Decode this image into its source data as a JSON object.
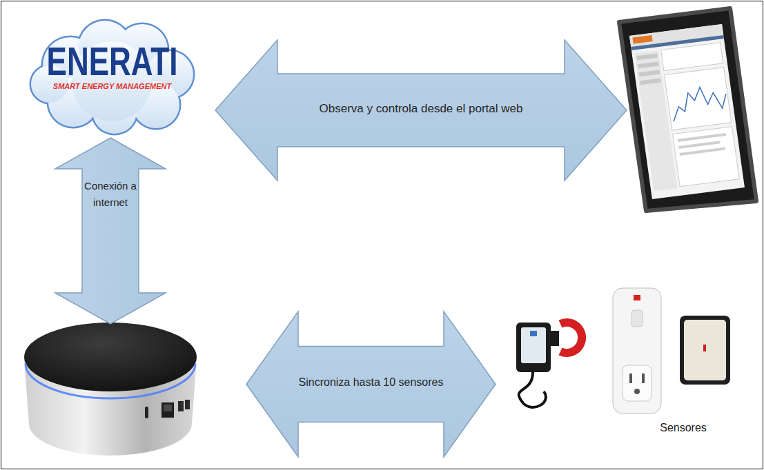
{
  "diagram": {
    "nodes": [
      {
        "text": [
          "ENERATI",
          "SMART ENERGY MANAGEMENT"
        ]
      },
      {
        "text": [
          "Observa y controla desde el portal web"
        ]
      },
      {
        "text": [
          "Conexión a internet"
        ]
      },
      {
        "text": [
          "Sincroniza hasta 10 sensores"
        ]
      },
      {
        "text": [
          "Sensores"
        ]
      }
    ]
  }
}
